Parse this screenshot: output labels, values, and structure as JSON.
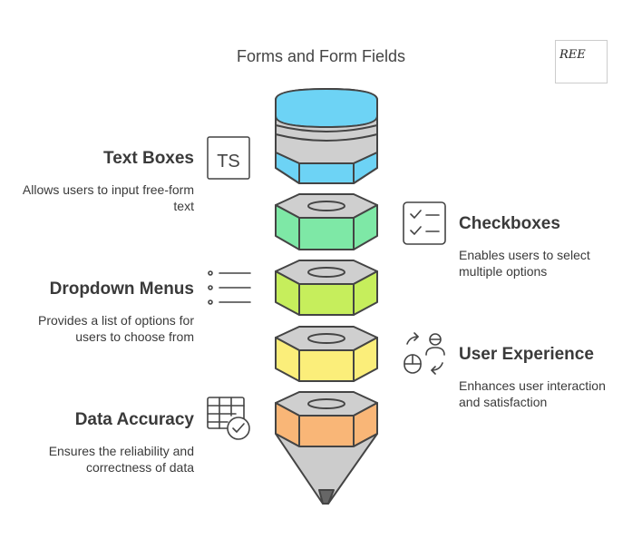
{
  "title": "Forms and Form Fields",
  "logo": {
    "text": "REE"
  },
  "items": [
    {
      "heading": "Text Boxes",
      "description": "Allows users to input free-form text",
      "icon": "text-box-icon",
      "icon_text": "TS",
      "color": "#6dd3f5"
    },
    {
      "heading": "Checkboxes",
      "description": "Enables users to select multiple options",
      "icon": "checklist-icon",
      "color": "#7ee8a6"
    },
    {
      "heading": "Dropdown Menus",
      "description": "Provides a list of options for users to choose from",
      "icon": "list-icon",
      "color": "#c6ee5c"
    },
    {
      "heading": "User Experience",
      "description": "Enhances user interaction and satisfaction",
      "icon": "user-interaction-icon",
      "color": "#fbee7a"
    },
    {
      "heading": "Data Accuracy",
      "description": "Ensures the reliability and correctness of data",
      "icon": "table-check-icon",
      "color": "#f9b677"
    }
  ],
  "colors": {
    "outline": "#444444",
    "tip": "#cccccc"
  }
}
